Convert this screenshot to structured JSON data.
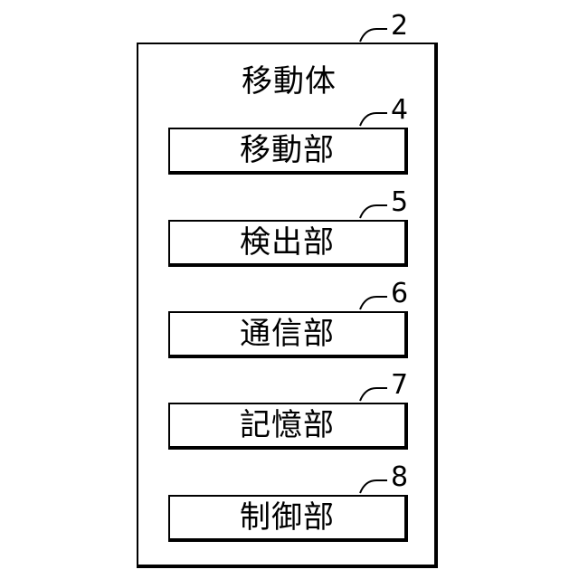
{
  "figure": {
    "ref_number": "2",
    "title": "移動体",
    "components": [
      {
        "ref_number": "4",
        "label": "移動部"
      },
      {
        "ref_number": "5",
        "label": "検出部"
      },
      {
        "ref_number": "6",
        "label": "通信部"
      },
      {
        "ref_number": "7",
        "label": "記憶部"
      },
      {
        "ref_number": "8",
        "label": "制御部"
      }
    ]
  }
}
